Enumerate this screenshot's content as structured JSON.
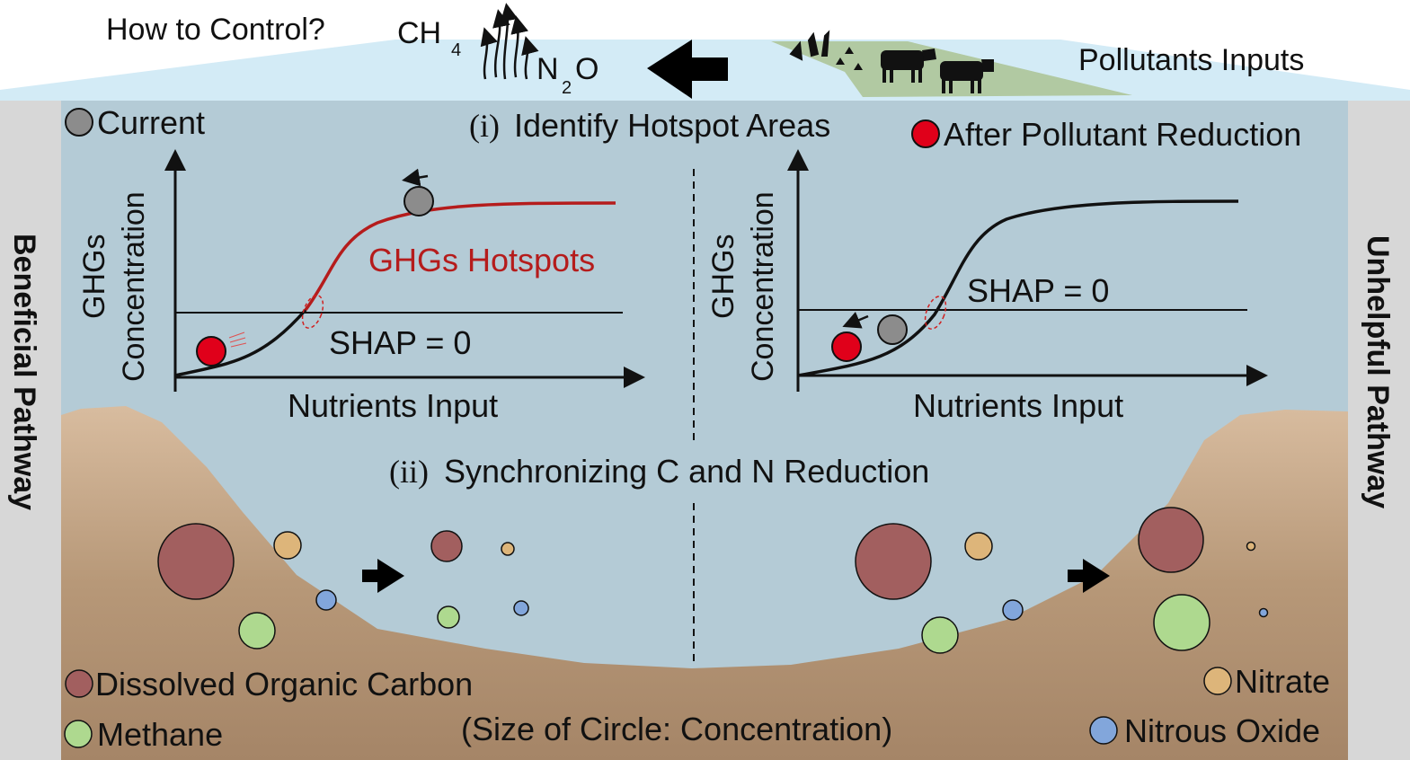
{
  "top": {
    "question": "How to Control?",
    "ch4_main": "CH",
    "ch4_sub": "4",
    "n2o_n": "N",
    "n2o_sub": "2",
    "n2o_o": "O",
    "pollutants": "Pollutants Inputs"
  },
  "side": {
    "left": "Beneficial Pathway",
    "right": "Unhelpful Pathway"
  },
  "legend_top": {
    "current": "Current",
    "after": "After Pollutant Reduction"
  },
  "step1": {
    "num": "(i)",
    "label": "Identify Hotspot Areas"
  },
  "step2": {
    "num": "(ii)",
    "label": "Synchronizing C and N Reduction"
  },
  "left_chart": {
    "ylabel_1": "GHGs",
    "ylabel_2": "Concentration",
    "xlabel": "Nutrients Input",
    "hotspot_label": "GHGs Hotspots",
    "shap_label": "SHAP = 0"
  },
  "right_chart": {
    "ylabel_1": "GHGs",
    "ylabel_2": "Concentration",
    "xlabel": "Nutrients Input",
    "shap_label": "SHAP = 0"
  },
  "legend_bottom": {
    "doc": "Dissolved Organic Carbon",
    "methane": "Methane",
    "nitrate": "Nitrate",
    "n2o": "Nitrous Oxide",
    "note": "(Size of Circle: Concentration)"
  },
  "colors": {
    "water": "#b4cbd6",
    "sky": "#d3ebf6",
    "doc": "#a25f5f",
    "nitrate": "#ddb57a",
    "methane": "#aed98f",
    "n2o": "#82a6db",
    "hotspot": "#b51c1c",
    "after": "#e0001a",
    "current": "#8c8c8c"
  }
}
